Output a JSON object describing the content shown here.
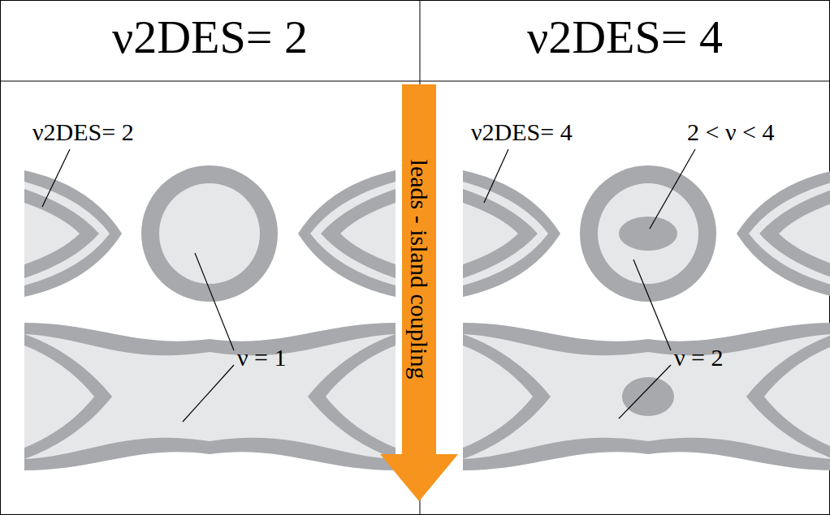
{
  "diagram": {
    "nodes": [
      {
        "text": [
          "leads - island coupling"
        ]
      }
    ],
    "labels": [
      "ν2DES= 2",
      "ν2DES= 4",
      "ν2DES= 2",
      "ν = 1",
      "ν2DES= 4",
      "2 < ν < 4",
      "ν = 2"
    ]
  }
}
